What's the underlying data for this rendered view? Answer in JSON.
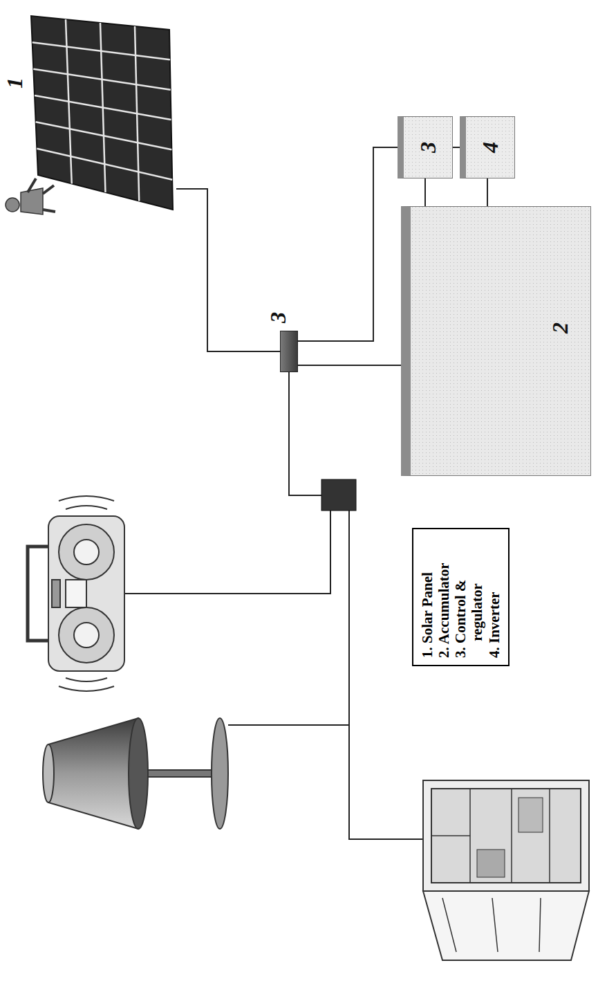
{
  "diagram": {
    "nodes": [
      {
        "text": [
          "1"
        ]
      },
      {
        "text": [
          "3"
        ]
      },
      {
        "text": [
          "2"
        ]
      },
      {
        "text": [
          "3"
        ]
      },
      {
        "text": [
          "4"
        ]
      },
      {
        "text": [
          "1. Solar Panel",
          "2. Accumulator",
          "3. Control & regulator",
          "4. Inverter"
        ]
      }
    ],
    "edges": [
      {
        "from": 0,
        "to": 1,
        "arrow": "none"
      },
      {
        "from": 1,
        "to": 2,
        "arrow": "none"
      },
      {
        "from": 1,
        "to": 3,
        "arrow": "none"
      },
      {
        "from": 2,
        "to": 3,
        "arrow": "none"
      },
      {
        "from": 2,
        "to": 4,
        "arrow": "none"
      },
      {
        "from": 3,
        "to": 4,
        "arrow": "none"
      }
    ]
  }
}
